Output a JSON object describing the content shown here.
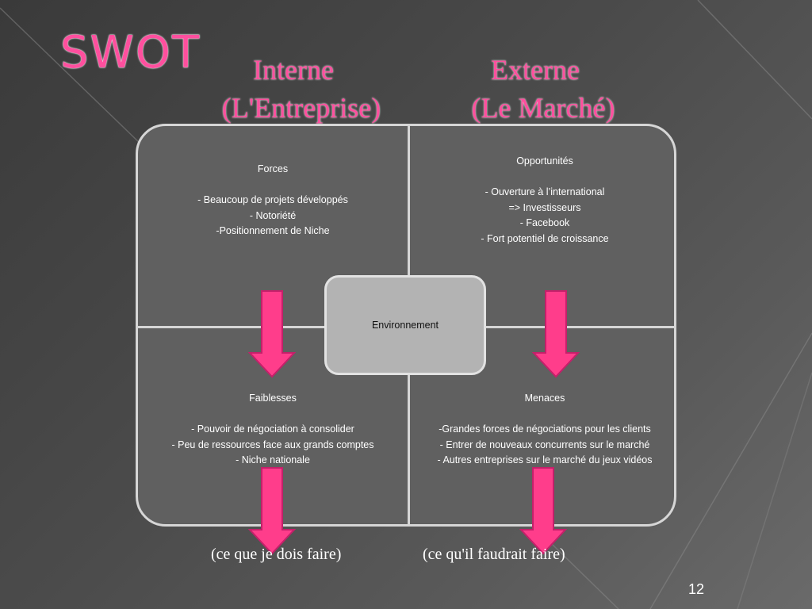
{
  "slide": {
    "title": "SWOT",
    "header_internal": "Interne",
    "header_internal_sub": "(L'Entreprise)",
    "header_external": "Externe",
    "header_external_sub": "(Le Marché)",
    "page_number": "12"
  },
  "quadrants": {
    "strengths": {
      "title": "Forces",
      "items": [
        "- Beaucoup de projets développés",
        "- Notoriété",
        "-Positionnement de Niche"
      ]
    },
    "opportunities": {
      "title": "Opportunités",
      "items": [
        "- Ouverture à l’international",
        "=> Investisseurs",
        "- Facebook",
        "- Fort potentiel de croissance"
      ]
    },
    "weaknesses": {
      "title": "Faiblesses",
      "items": [
        "- Pouvoir de négociation à consolider",
        "- Peu de ressources face aux grands comptes",
        "- Niche nationale"
      ]
    },
    "threats": {
      "title": "Menaces",
      "items": [
        "-Grandes forces de négociations pour les clients",
        "- Entrer de nouveaux concurrents sur le marché",
        "- Autres entreprises sur le marché du jeux vidéos"
      ]
    }
  },
  "center": {
    "label": "Environnement"
  },
  "captions": {
    "left": "(ce que je dois faire)",
    "right": "(ce qu'il faudrait faire)"
  },
  "colors": {
    "accent": "#ff4f9e",
    "arrow_fill": "#ff3d8b",
    "border": "#d6d6d6",
    "grid_fill": "#606060",
    "center_fill": "#b3b3b3"
  }
}
